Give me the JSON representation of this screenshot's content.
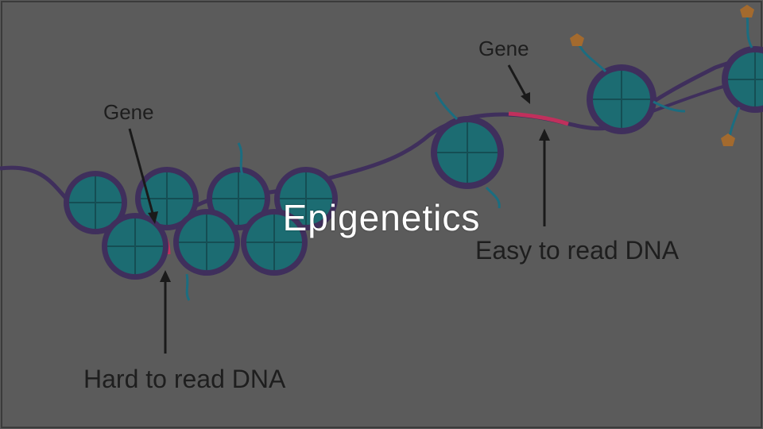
{
  "slide": {
    "title": "Epigenetics"
  },
  "diagram": {
    "labels": {
      "gene_left": "Gene",
      "gene_right": "Gene",
      "hard_to_read": "Hard to read DNA",
      "easy_to_read": "Easy to read DNA"
    },
    "colors": {
      "background": "#5a5a5a",
      "dna_strand": "#3f2f5c",
      "gene_highlight": "#c0305c",
      "histone": "#1c6c72",
      "tail": "#1b6d80",
      "methyl_group": "#a36a2e"
    }
  }
}
